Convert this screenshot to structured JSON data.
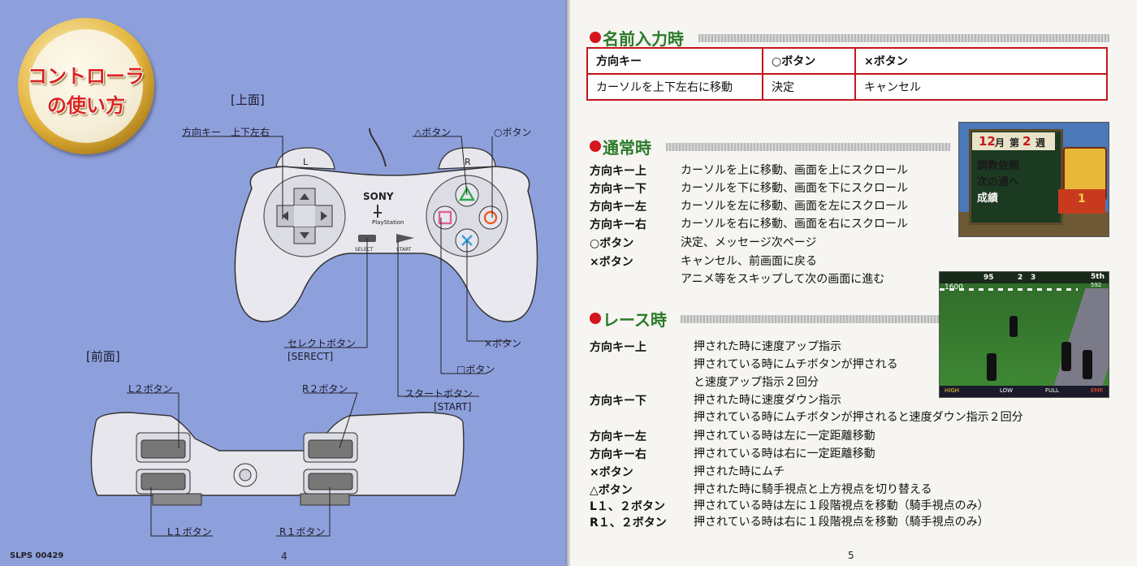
{
  "left_page": {
    "badge": {
      "line1": "コントローラ",
      "line2": "の使い方"
    },
    "top_view_label": "[上面]",
    "front_view_label": "[前面]",
    "labels": {
      "dpad": "方向キー　上下左右",
      "triangle": "△ボタン",
      "circle": "○ボタン",
      "select": "セレクトボタン",
      "select_en": "[SERECT]",
      "cross": "×ボタン",
      "square": "□ボタン",
      "start": "スタートボタン",
      "start_en": "[START]",
      "l2": "L２ボタン",
      "r2": "R２ボタン",
      "l1": "L１ボタン",
      "r1": "R１ボタン"
    },
    "controller": {
      "brand": "SONY",
      "logo_text": "PlayStation",
      "l": "L",
      "r": "R",
      "select_small": "SELECT",
      "start_small": "START"
    },
    "code": "SLPS 00429",
    "page_number": "4"
  },
  "right_page": {
    "name_entry": {
      "title": "名前入力時",
      "headers": [
        "方向キー",
        "○ボタン",
        "×ボタン"
      ],
      "values": [
        "カーソルを上下左右に移動",
        "決定",
        "キャンセル"
      ]
    },
    "normal": {
      "title": "通常時",
      "rows": [
        {
          "key": "方向キー上",
          "desc": "カーソルを上に移動、画面を上にスクロール"
        },
        {
          "key": "方向キー下",
          "desc": "カーソルを下に移動、画面を下にスクロール"
        },
        {
          "key": "方向キー左",
          "desc": "カーソルを左に移動、画面を左にスクロール"
        },
        {
          "key": "方向キー右",
          "desc": "カーソルを右に移動、画面を右にスクロール"
        },
        {
          "key": "○ボタン",
          "desc": "決定、メッセージ次ページ"
        },
        {
          "key": "×ボタン",
          "desc": "キャンセル、前画面に戻る"
        },
        {
          "key": "",
          "desc": "アニメ等をスキップして次の画面に進む"
        }
      ]
    },
    "race": {
      "title": "レース時",
      "rows": [
        {
          "key": "方向キー上",
          "desc": "押された時に速度アップ指示"
        },
        {
          "key": "",
          "desc": "押されている時にムチボタンが押される"
        },
        {
          "key": "",
          "desc": "と速度アップ指示２回分"
        },
        {
          "key": "方向キー下",
          "desc": "押された時に速度ダウン指示"
        },
        {
          "key": "",
          "desc": "押されている時にムチボタンが押されると速度ダウン指示２回分"
        },
        {
          "key": "方向キー左",
          "desc": "押されている時は左に一定距離移動"
        },
        {
          "key": "方向キー右",
          "desc": "押されている時は右に一定距離移動"
        },
        {
          "key": "×ボタン",
          "desc": "押された時にムチ"
        },
        {
          "key": "△ボタン",
          "desc": "押された時に騎手視点と上方視点を切り替える"
        },
        {
          "key": "L１、２ボタン",
          "desc": "押されている時は左に１段階視点を移動（騎手視点のみ）"
        },
        {
          "key": "R１、２ボタン",
          "desc": "押されている時は右に１段階視点を移動（騎手視点のみ）"
        }
      ]
    },
    "screenshot1": {
      "month": "12",
      "month_unit": "月",
      "week_prefix": "第",
      "week": "2",
      "week_unit": "週",
      "menu": [
        "調教依頼",
        "次の週へ",
        "成績"
      ],
      "rank": "1"
    },
    "screenshot2": {
      "hud1": "1600",
      "hud2": "5th",
      "hud_small": "592",
      "n1": "95",
      "n2": "2",
      "n3": "3",
      "b1": "HIGH",
      "b2": "LOW",
      "b3": "FULL",
      "b4": "EMR"
    },
    "page_number": "5"
  },
  "colors": {
    "left_bg": "#8ea0dc",
    "accent_red": "#d4151b",
    "title_green": "#2a7a2a",
    "table_border": "#c4161c"
  }
}
